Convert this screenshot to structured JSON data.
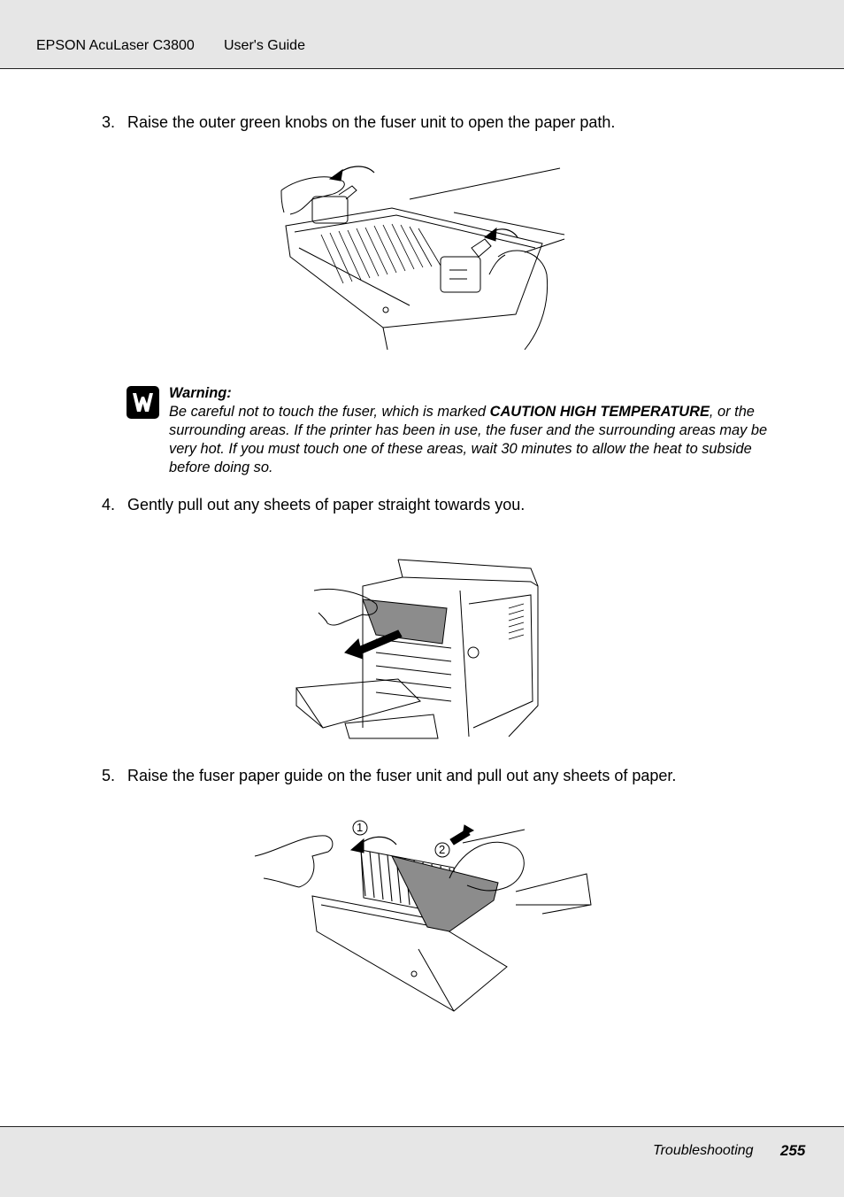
{
  "header": {
    "product": "EPSON AcuLaser C3800",
    "guide": "User's Guide"
  },
  "steps": [
    {
      "number": "3.",
      "text": "Raise the outer green knobs on the fuser unit to open the paper path."
    },
    {
      "number": "4.",
      "text": "Gently pull out any sheets of paper straight towards you."
    },
    {
      "number": "5.",
      "text": "Raise the fuser paper guide on the fuser unit and pull out any sheets of paper."
    }
  ],
  "warning": {
    "title": "Warning:",
    "text_before": "Be careful not to touch the fuser, which is marked ",
    "text_bold": "CAUTION HIGH TEMPERATURE",
    "text_after": ", or the surrounding areas. If the printer has been in use, the fuser and the surrounding areas may be very hot. If you must touch one of these areas, wait 30 minutes to allow the heat to subside before doing so."
  },
  "figure3": {
    "callouts": [
      "1",
      "2"
    ]
  },
  "footer": {
    "section": "Troubleshooting",
    "page": "255"
  },
  "icons": {
    "warning": "warning-icon"
  }
}
